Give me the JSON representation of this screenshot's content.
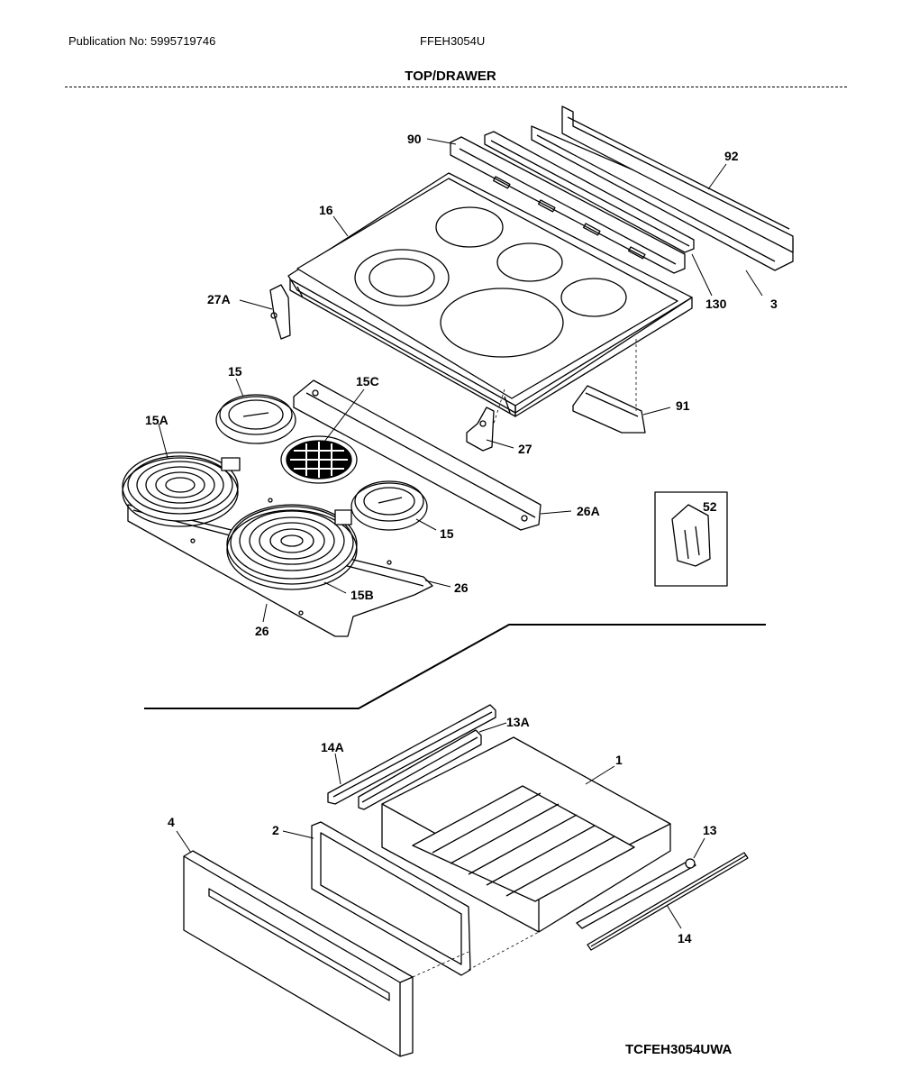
{
  "header": {
    "publication": "Publication No: 5995719746",
    "model": "FFEH3054U",
    "section_title": "TOP/DRAWER"
  },
  "callouts": {
    "c90": "90",
    "c92": "92",
    "c16": "16",
    "c27A": "27A",
    "c130": "130",
    "c3": "3",
    "c15_top": "15",
    "c15C": "15C",
    "c15A": "15A",
    "c91": "91",
    "c27": "27",
    "c26A": "26A",
    "c52": "52",
    "c15_mid": "15",
    "c26_right": "26",
    "c15B": "15B",
    "c26_bottom": "26",
    "c13A": "13A",
    "c14A": "14A",
    "c1": "1",
    "c4": "4",
    "c2": "2",
    "c13": "13",
    "c14": "14"
  },
  "footer": {
    "diagram_code": "TCFEH3054UWA"
  }
}
